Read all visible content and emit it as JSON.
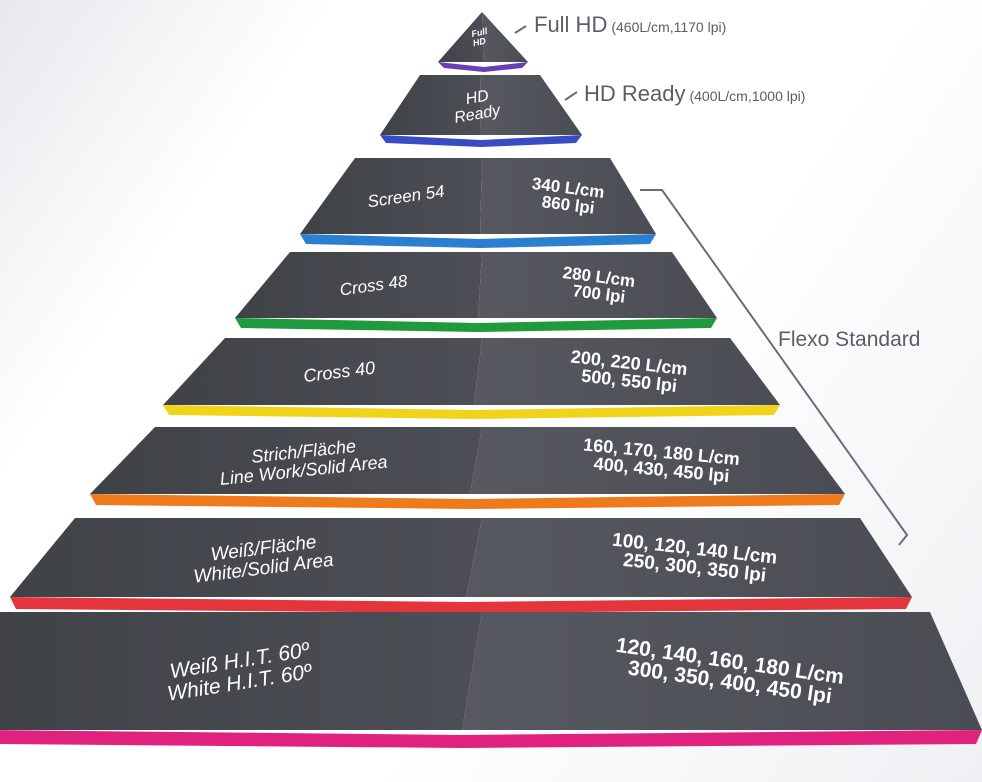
{
  "pyramid": {
    "tiers": [
      {
        "id": "full-hd",
        "lines": [
          "Full",
          "HD"
        ],
        "color": "#6a3fb3"
      },
      {
        "id": "hd-ready",
        "lines": [
          "HD",
          "Ready"
        ],
        "color": "#3a4cc4"
      },
      {
        "id": "screen-54",
        "lines": [
          "Screen 54"
        ],
        "values": [
          "340 L/cm",
          "860 lpi"
        ],
        "color": "#2a7fd0"
      },
      {
        "id": "cross-48",
        "lines": [
          "Cross 48"
        ],
        "values": [
          "280 L/cm",
          "700 lpi"
        ],
        "color": "#1f9a3c"
      },
      {
        "id": "cross-40",
        "lines": [
          "Cross 40"
        ],
        "values": [
          "200, 220 L/cm",
          "500, 550 lpi"
        ],
        "color": "#f0d41a"
      },
      {
        "id": "strich-flaeche",
        "lines": [
          "Strich/Fläche",
          "Line Work/Solid Area"
        ],
        "values": [
          "160, 170, 180 L/cm",
          "400, 430, 450 lpi"
        ],
        "color": "#ee7a1c"
      },
      {
        "id": "weiss-flaeche",
        "lines": [
          "Weiß/Fläche",
          "White/Solid Area"
        ],
        "values": [
          "100, 120, 140 L/cm",
          "250, 300, 350 lpi"
        ],
        "color": "#e5353c"
      },
      {
        "id": "weiss-hit",
        "lines": [
          "Weiß H.I.T. 60º",
          "White H.I.T. 60º"
        ],
        "values": [
          "120, 140, 160, 180 L/cm",
          "300, 350, 400, 450 lpi"
        ],
        "color": "#e0227e"
      }
    ],
    "annotations": {
      "full_hd": {
        "name": "Full HD",
        "detail": "(460L/cm,1170 lpi)"
      },
      "hd_ready": {
        "name": "HD Ready",
        "detail": "(400L/cm,1000 lpi)"
      },
      "flexo": {
        "name": "Flexo Standard"
      }
    },
    "colors": {
      "face_left": "#4a4d53",
      "face_right": "#5a5d63",
      "annotation_text": "#5a5d63"
    }
  }
}
